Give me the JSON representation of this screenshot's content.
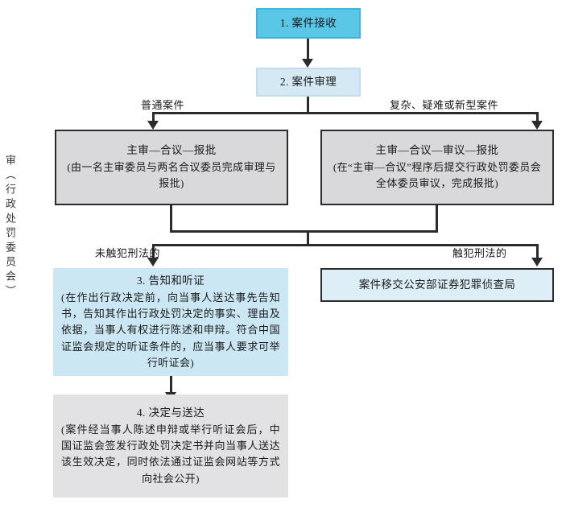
{
  "diagram": {
    "side_label": "审（行政处罚委员会）",
    "nodes": {
      "receive": {
        "title": "1. 案件接收",
        "detail": "",
        "fill": "#5bc7e6"
      },
      "review": {
        "title": "2. 案件审理",
        "detail": "",
        "fill": "#d5e9f4"
      },
      "ordinary_procedure": {
        "title": "主审—合议—报批",
        "detail": "(由一名主审委员与两名合议委员完成审理与报批)",
        "fill": "#d9d9db"
      },
      "complex_procedure": {
        "title": "主审—合议—审议—报批",
        "detail": "(在“主审—合议”程序后提交行政处罚委员会全体委员审议，完成报批)",
        "fill": "#d9d9db"
      },
      "notice_hearing": {
        "title": "3. 告知和听证",
        "detail": "(在作出行政决定前，向当事人送达事先告知书，告知其作出行政处罚决定的事实、理由及依据，当事人有权进行陈述和申辩。符合中国证监会规定的听证条件的，应当事人要求可举行听证会)",
        "fill": "#cbe7f4"
      },
      "decision_delivery": {
        "title": "4. 决定与送达",
        "detail": "(案件经当事人陈述申辩或举行听证会后，中国证监会签发行政处罚决定书并向当事人送达该生效决定，同时依法通过证监会网站等方式向社会公开)",
        "fill": "#e2e2e4"
      },
      "transfer_police": {
        "title": "案件移交公安部证券犯罪侦查局",
        "detail": "",
        "fill": "#ddeef7"
      }
    },
    "edges": {
      "ordinary_case": "普通案件",
      "complex_case": "复杂、疑难或新型案件",
      "no_crime": "未触犯刑法的",
      "crime": "触犯刑法的"
    }
  }
}
